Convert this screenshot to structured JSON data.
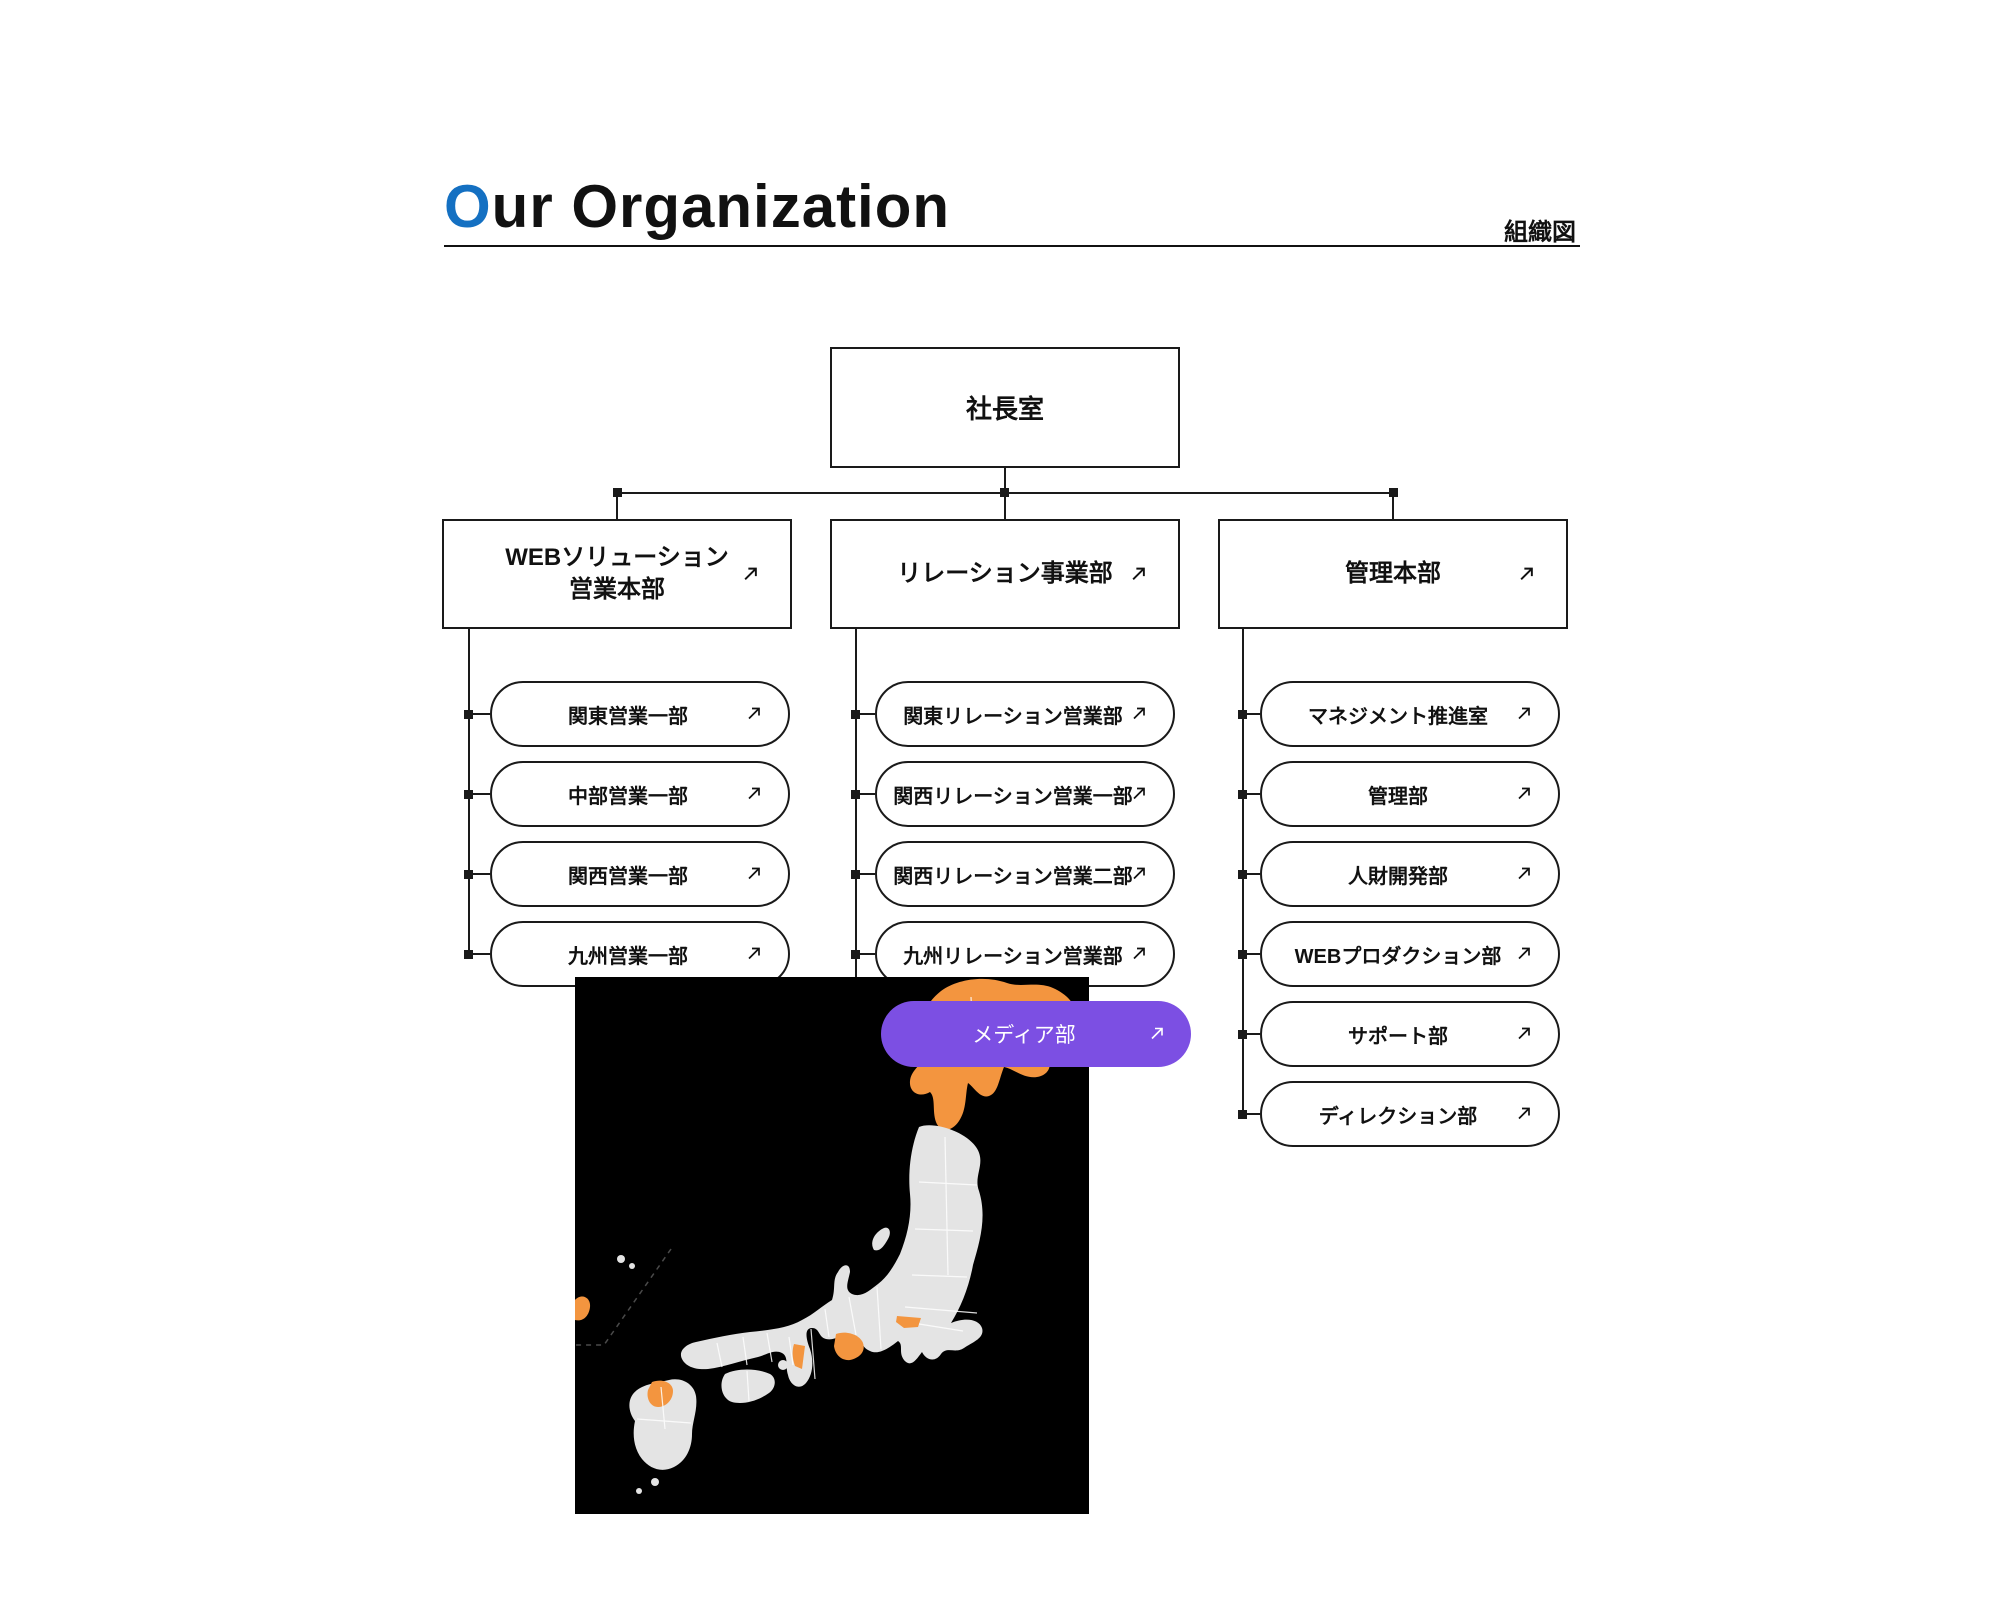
{
  "header": {
    "title": "Our Organization",
    "subtitle_jp": "組織図"
  },
  "org_chart": {
    "root": {
      "label": "社長室"
    },
    "divisions": [
      {
        "label_line1": "WEBソリューション",
        "label_line2": "営業本部",
        "departments": [
          "関東営業一部",
          "中部営業一部",
          "関西営業一部",
          "九州営業一部"
        ]
      },
      {
        "label_line1": "リレーション事業部",
        "departments": [
          "関東リレーション営業部",
          "関西リレーション営業一部",
          "関西リレーション営業二部",
          "九州リレーション営業部"
        ],
        "highlighted_department": "メディア部"
      },
      {
        "label_line1": "管理本部",
        "departments": [
          "マネジメント推進室",
          "管理部",
          "人財開発部",
          "WEBプロダクション部",
          "サポート部",
          "ディレクション部"
        ]
      }
    ]
  },
  "icons": {
    "external_link": "arrow-up-right-icon"
  },
  "colors": {
    "accent_blue": "#1470C2",
    "accent_purple": "#7C4FE3",
    "line_black": "#1a1a1a",
    "map_background": "#000000",
    "map_land_gray": "#E4E4E4",
    "map_highlight_orange": "#F3953F"
  },
  "map": {
    "type": "japan-prefecture-map",
    "highlighted_regions": [
      "hokkaido",
      "tokyo",
      "aichi",
      "osaka",
      "fukuoka",
      "okinawa"
    ]
  }
}
